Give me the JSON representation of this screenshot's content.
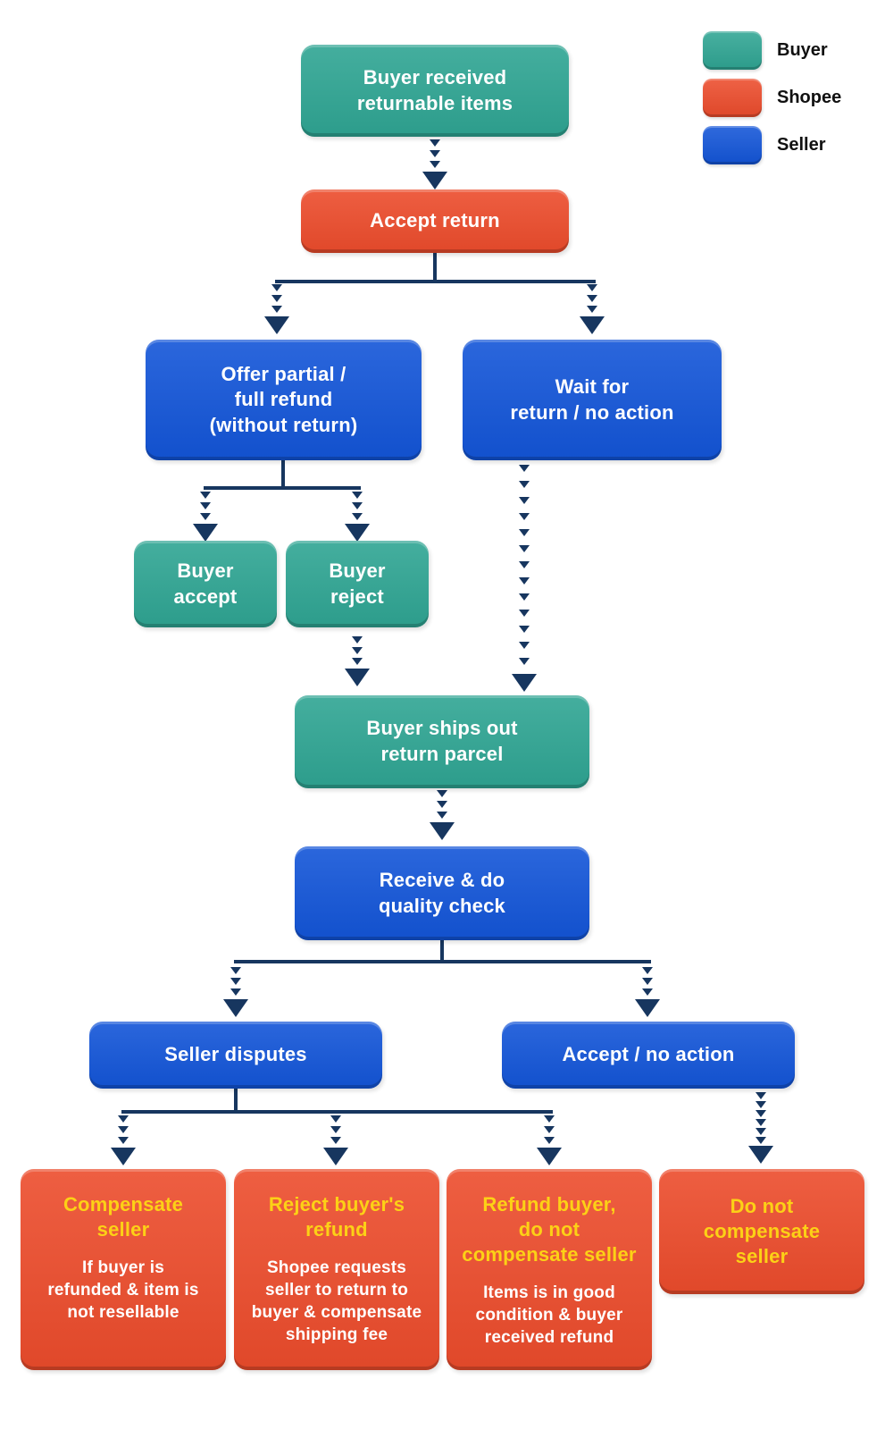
{
  "colors": {
    "buyer": "#2fa593",
    "shopee": "#ec4c2c",
    "seller": "#1355d8",
    "arrow": "#17365f",
    "highlight_yellow": "#fcd116",
    "text_light": "#ffffff",
    "legend_text": "#111111",
    "background": "#ffffff"
  },
  "legend": {
    "buyer": {
      "label": "Buyer",
      "color": "#2fa593"
    },
    "shopee": {
      "label": "Shopee",
      "color": "#ec4c2c"
    },
    "seller": {
      "label": "Seller",
      "color": "#1355d8"
    }
  },
  "nodes": {
    "buyer_received": {
      "actor": "buyer",
      "label": "Buyer received\nreturnable items"
    },
    "accept_return": {
      "actor": "shopee",
      "label": "Accept return"
    },
    "offer_refund": {
      "actor": "seller",
      "label": "Offer partial /\nfull refund\n(without return)"
    },
    "wait_return": {
      "actor": "seller",
      "label": "Wait for\nreturn / no action"
    },
    "buyer_accept": {
      "actor": "buyer",
      "label": "Buyer\naccept"
    },
    "buyer_reject": {
      "actor": "buyer",
      "label": "Buyer\nreject"
    },
    "ships_out": {
      "actor": "buyer",
      "label": "Buyer ships out\nreturn parcel"
    },
    "quality_check": {
      "actor": "seller",
      "label": "Receive & do\nquality check"
    },
    "seller_disputes": {
      "actor": "seller",
      "label": "Seller disputes"
    },
    "accept_no_action": {
      "actor": "seller",
      "label": "Accept / no action"
    },
    "compensate_seller": {
      "actor": "shopee",
      "title": "Compensate\nseller",
      "body": "If buyer is\nrefunded & item is\nnot resellable"
    },
    "reject_refund": {
      "actor": "shopee",
      "title": "Reject buyer's\nrefund",
      "body": "Shopee requests\nseller to return to\nbuyer & compensate\nshipping fee"
    },
    "refund_buyer": {
      "actor": "shopee",
      "title": "Refund buyer,\ndo not\ncompensate seller",
      "body": "Items is in good\ncondition & buyer\nreceived refund"
    },
    "no_compensate": {
      "actor": "shopee",
      "title": "Do not\ncompensate\nseller"
    }
  }
}
